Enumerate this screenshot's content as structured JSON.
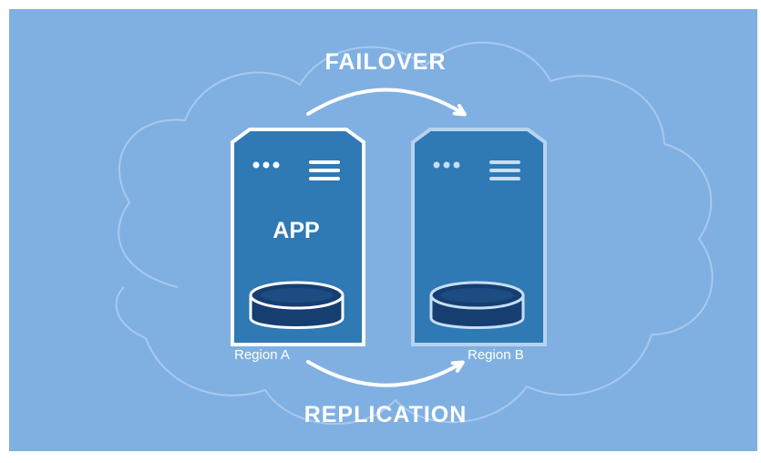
{
  "diagram": {
    "top_label": "FAILOVER",
    "bottom_label": "REPLICATION",
    "primary_server_label": "APP",
    "primary_region_label": "Region A",
    "secondary_region_label": "Region B"
  },
  "colors": {
    "background": "#80b0e2",
    "cloud_outline": "#a7c9ef",
    "server_fill": "#2f79b4",
    "server_fill_secondary": "#2f79b4",
    "server_outline_primary": "#ffffff",
    "server_outline_secondary": "#b7d3f0",
    "database_fill": "#163e70",
    "database_top": "#2f79b4",
    "arrow": "#ffffff",
    "text": "#ffffff"
  },
  "icons": {
    "primary_server": "server-icon",
    "secondary_server": "server-icon",
    "primary_database": "database-icon",
    "secondary_database": "database-icon",
    "cloud": "cloud-icon",
    "arrow": "curved-arrow-icon"
  }
}
